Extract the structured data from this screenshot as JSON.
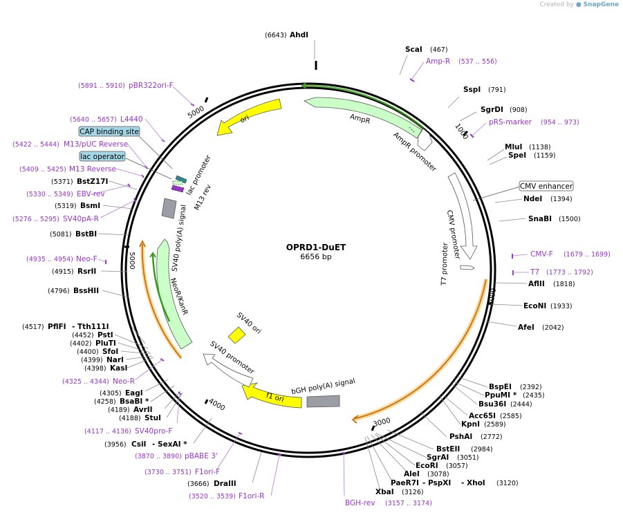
{
  "header": {
    "credit_prefix": "Created by",
    "credit_brand": "SnapGene"
  },
  "plasmid": {
    "name": "OPRD1-DuET",
    "length": "6656 bp"
  },
  "colors": {
    "primer": "#9933cc",
    "enzyme": "#000000",
    "backbone": "#000000",
    "feature_green": "#cbffc8",
    "feature_yellow": "#ffff00",
    "feature_gray": "#9a9ea4",
    "orf_orange": "#ffc977",
    "tag_bubble": "#a4d7e6"
  },
  "ticks": [
    "1000",
    "2000",
    "3000",
    "4000",
    "5000",
    "5000"
  ],
  "enzymes": [
    {
      "name": "AhdI",
      "pos": "(6643)"
    },
    {
      "name": "ScaI",
      "pos": "(467)"
    },
    {
      "name": "SspI",
      "pos": "(791)"
    },
    {
      "name": "SgrDI",
      "pos": "(908)"
    },
    {
      "name": "MluI",
      "pos": "(1138)"
    },
    {
      "name": "SpeI",
      "pos": "(1159)"
    },
    {
      "name": "NdeI",
      "pos": "(1394)"
    },
    {
      "name": "SnaBI",
      "pos": "(1500)"
    },
    {
      "name": "AflII",
      "pos": "(1818)"
    },
    {
      "name": "EcoNI",
      "pos": "(1933)"
    },
    {
      "name": "AfeI",
      "pos": "(2042)"
    },
    {
      "name": "BspEI",
      "pos": "(2392)"
    },
    {
      "name": "PpuMI *",
      "pos": "(2435)"
    },
    {
      "name": "Bsu36I",
      "pos": "(2444)"
    },
    {
      "name": "Acc65I",
      "pos": "(2585)"
    },
    {
      "name": "KpnI",
      "pos": "(2589)"
    },
    {
      "name": "PshAI",
      "pos": "(2772)"
    },
    {
      "name": "BstEII",
      "pos": "(2984)"
    },
    {
      "name": "SgrAI",
      "pos": "(3051)"
    },
    {
      "name": "EcoRI",
      "pos": "(3057)"
    },
    {
      "name": "AleI",
      "pos": "(3078)"
    },
    {
      "name": "PaeR7I",
      "pos": ""
    },
    {
      "name": "- PspXI",
      "pos": ""
    },
    {
      "name": "- XhoI",
      "pos": "(3120)"
    },
    {
      "name": "XbaI",
      "pos": "(3126)"
    },
    {
      "name": "DraIII",
      "pos": "(3666)"
    },
    {
      "name": "CsiI",
      "pos": "(3956)"
    },
    {
      "name": "- SexAI *",
      "pos": ""
    },
    {
      "name": "StuI",
      "pos": "(4188)"
    },
    {
      "name": "AvrII",
      "pos": "(4189)"
    },
    {
      "name": "BsaBI *",
      "pos": "(4258)"
    },
    {
      "name": "EagI",
      "pos": "(4305)"
    },
    {
      "name": "KasI",
      "pos": "(4398)"
    },
    {
      "name": "NarI",
      "pos": "(4399)"
    },
    {
      "name": "SfoI",
      "pos": "(4400)"
    },
    {
      "name": "PluTI",
      "pos": "(4402)"
    },
    {
      "name": "PstI",
      "pos": "(4452)"
    },
    {
      "name": "PflFI",
      "pos": "(4517)"
    },
    {
      "name": "- Tth111I",
      "pos": ""
    },
    {
      "name": "BssHII",
      "pos": "(4796)"
    },
    {
      "name": "RsrII",
      "pos": "(4915)"
    },
    {
      "name": "BstBI",
      "pos": "(5081)"
    },
    {
      "name": "BsmI",
      "pos": "(5319)"
    },
    {
      "name": "BstZ17I",
      "pos": "(5371)"
    }
  ],
  "primers": [
    {
      "name": "Amp-R",
      "range": "(537 .. 556)"
    },
    {
      "name": "pRS-marker",
      "range": "(954 .. 973)"
    },
    {
      "name": "CMV-F",
      "range": "(1679 .. 1699)"
    },
    {
      "name": "T7",
      "range": "(1773 .. 1792)"
    },
    {
      "name": "BGH-rev",
      "range": "(3157 .. 3174)"
    },
    {
      "name": "F1ori-R",
      "range": "(3520 .. 3539)"
    },
    {
      "name": "F1ori-F",
      "range": "(3730 .. 3751)"
    },
    {
      "name": "pBABE 3'",
      "range": "(3870 .. 3890)"
    },
    {
      "name": "SV40pro-F",
      "range": "(4117 .. 4136)"
    },
    {
      "name": "Neo-R",
      "range": "(4325 .. 4344)"
    },
    {
      "name": "Neo-F",
      "range": "(4935 .. 4954)"
    },
    {
      "name": "SV40pA-R",
      "range": "(5276 .. 5295)"
    },
    {
      "name": "EBV-rev",
      "range": "(5330 .. 5349)"
    },
    {
      "name": "M13 Reverse",
      "range": "(5409 .. 5425)"
    },
    {
      "name": "M13/pUC Reverse",
      "range": "(5422 .. 5444)"
    },
    {
      "name": "L4440",
      "range": "(5640 .. 5657)"
    },
    {
      "name": "pBR322ori-F",
      "range": "(5891 .. 5910)"
    }
  ],
  "boxed_features": [
    "CMV enhancer",
    "CAP binding site",
    "lac operator"
  ],
  "features": [
    "AmpR",
    "AmpR promoter",
    "CMV promoter",
    "T7 promoter",
    "bGH poly(A) signal",
    "f1 ori",
    "SV40 promoter",
    "SV40 ori",
    "NeoR/KanR",
    "SV40 poly(A) signal",
    "lac promoter",
    "M13 rev",
    "ori"
  ]
}
